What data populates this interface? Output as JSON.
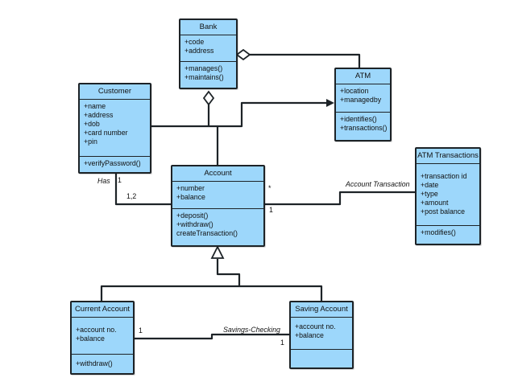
{
  "classes": {
    "bank": {
      "name": "Bank",
      "attributes": [
        "+code",
        "+address"
      ],
      "operations": [
        "+manages()",
        "+maintains()"
      ]
    },
    "atm": {
      "name": "ATM",
      "attributes": [
        "+location",
        "+managedby"
      ],
      "operations": [
        "+identifies()",
        "+transactions()"
      ]
    },
    "customer": {
      "name": "Customer",
      "attributes": [
        "+name",
        "+address",
        "+dob",
        "+card number",
        "+pin"
      ],
      "operations": [
        "+verifyPassword()"
      ]
    },
    "account": {
      "name": "Account",
      "attributes": [
        "+number",
        "+balance"
      ],
      "operations": [
        "+deposit()",
        "+withdraw()",
        "createTransaction()"
      ]
    },
    "atm_transactions": {
      "name": "ATM Transactions",
      "attributes": [
        "+transaction id",
        "+date",
        "+type",
        "+amount",
        "+post balance"
      ],
      "operations": [
        "+modifies()"
      ]
    },
    "current_account": {
      "name": "Current Account",
      "attributes": [
        "+account no.",
        "+balance"
      ],
      "operations": [
        "+withdraw()"
      ]
    },
    "saving_account": {
      "name": "Saving Account",
      "attributes": [
        "+account no.",
        "+balance"
      ],
      "operations": []
    }
  },
  "labels": {
    "has": "Has",
    "customer_mult": "1",
    "account_mult_customer": "1,2",
    "account_mult_star": "*",
    "account_mult_txn": "1",
    "account_transaction": "Account Transaction",
    "savings_checking": "Savings-Checking",
    "current_mult": "1",
    "saving_mult": "1"
  },
  "colors": {
    "class_fill": "#9dd7fb",
    "border": "#1d2327",
    "line": "#1d2327"
  }
}
